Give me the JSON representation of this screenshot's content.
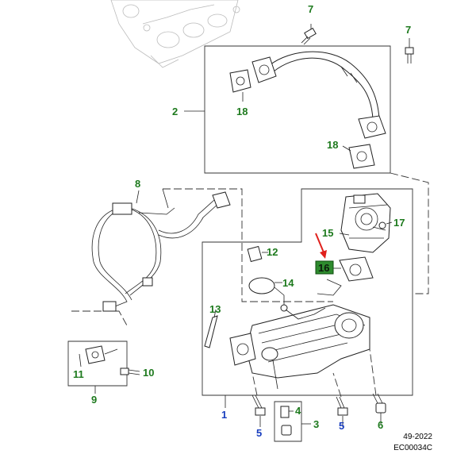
{
  "callouts": [
    {
      "id": "c7a",
      "text": "7",
      "color": "green"
    },
    {
      "id": "c7b",
      "text": "7",
      "color": "green"
    },
    {
      "id": "c2",
      "text": "2",
      "color": "green"
    },
    {
      "id": "c18a",
      "text": "18",
      "color": "green"
    },
    {
      "id": "c18b",
      "text": "18",
      "color": "green"
    },
    {
      "id": "c8",
      "text": "8",
      "color": "green"
    },
    {
      "id": "c17",
      "text": "17",
      "color": "green"
    },
    {
      "id": "c15",
      "text": "15",
      "color": "green"
    },
    {
      "id": "c16",
      "text": "16",
      "color": "green",
      "highlighted": true
    },
    {
      "id": "c12",
      "text": "12",
      "color": "green"
    },
    {
      "id": "c14",
      "text": "14",
      "color": "green"
    },
    {
      "id": "c13",
      "text": "13",
      "color": "green"
    },
    {
      "id": "c11",
      "text": "11",
      "color": "green"
    },
    {
      "id": "c10",
      "text": "10",
      "color": "green"
    },
    {
      "id": "c9",
      "text": "9",
      "color": "green"
    },
    {
      "id": "c1",
      "text": "1",
      "color": "blue"
    },
    {
      "id": "c4",
      "text": "4",
      "color": "green"
    },
    {
      "id": "c3",
      "text": "3",
      "color": "green"
    },
    {
      "id": "c5a",
      "text": "5",
      "color": "blue"
    },
    {
      "id": "c5b",
      "text": "5",
      "color": "blue"
    },
    {
      "id": "c6",
      "text": "6",
      "color": "green"
    }
  ],
  "colors": {
    "green": "#1e7a1e",
    "blue": "#1a3fbf",
    "highlight_fill": "#2e8b2e",
    "arrow": "#e0201c"
  },
  "footer": {
    "date": "49-2022",
    "code": "EC00034C"
  }
}
